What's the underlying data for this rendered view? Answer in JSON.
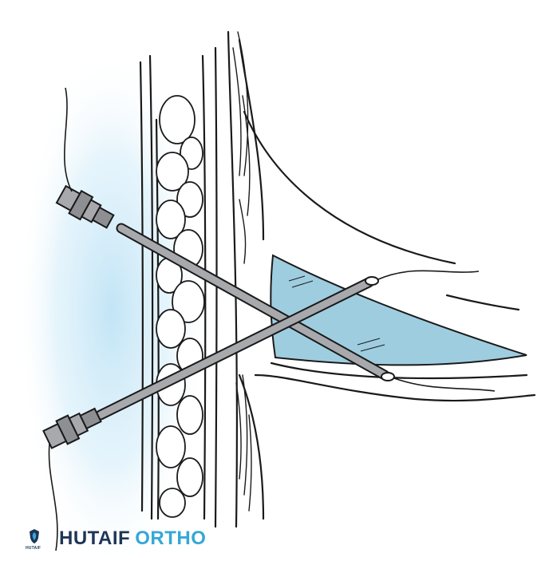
{
  "colors": {
    "ink": "#1a1a1a",
    "fluid": "#9fcde0",
    "glow": "#bfe3f5",
    "needle": "#a7a9ac",
    "brand_dark": "#1e3557",
    "brand_light": "#35a8d6"
  },
  "logo": {
    "icon": "shield-leaf-icon",
    "small_text": "HUTAIF",
    "word_1": "HUTAIF",
    "word_2": "ORTHO"
  }
}
